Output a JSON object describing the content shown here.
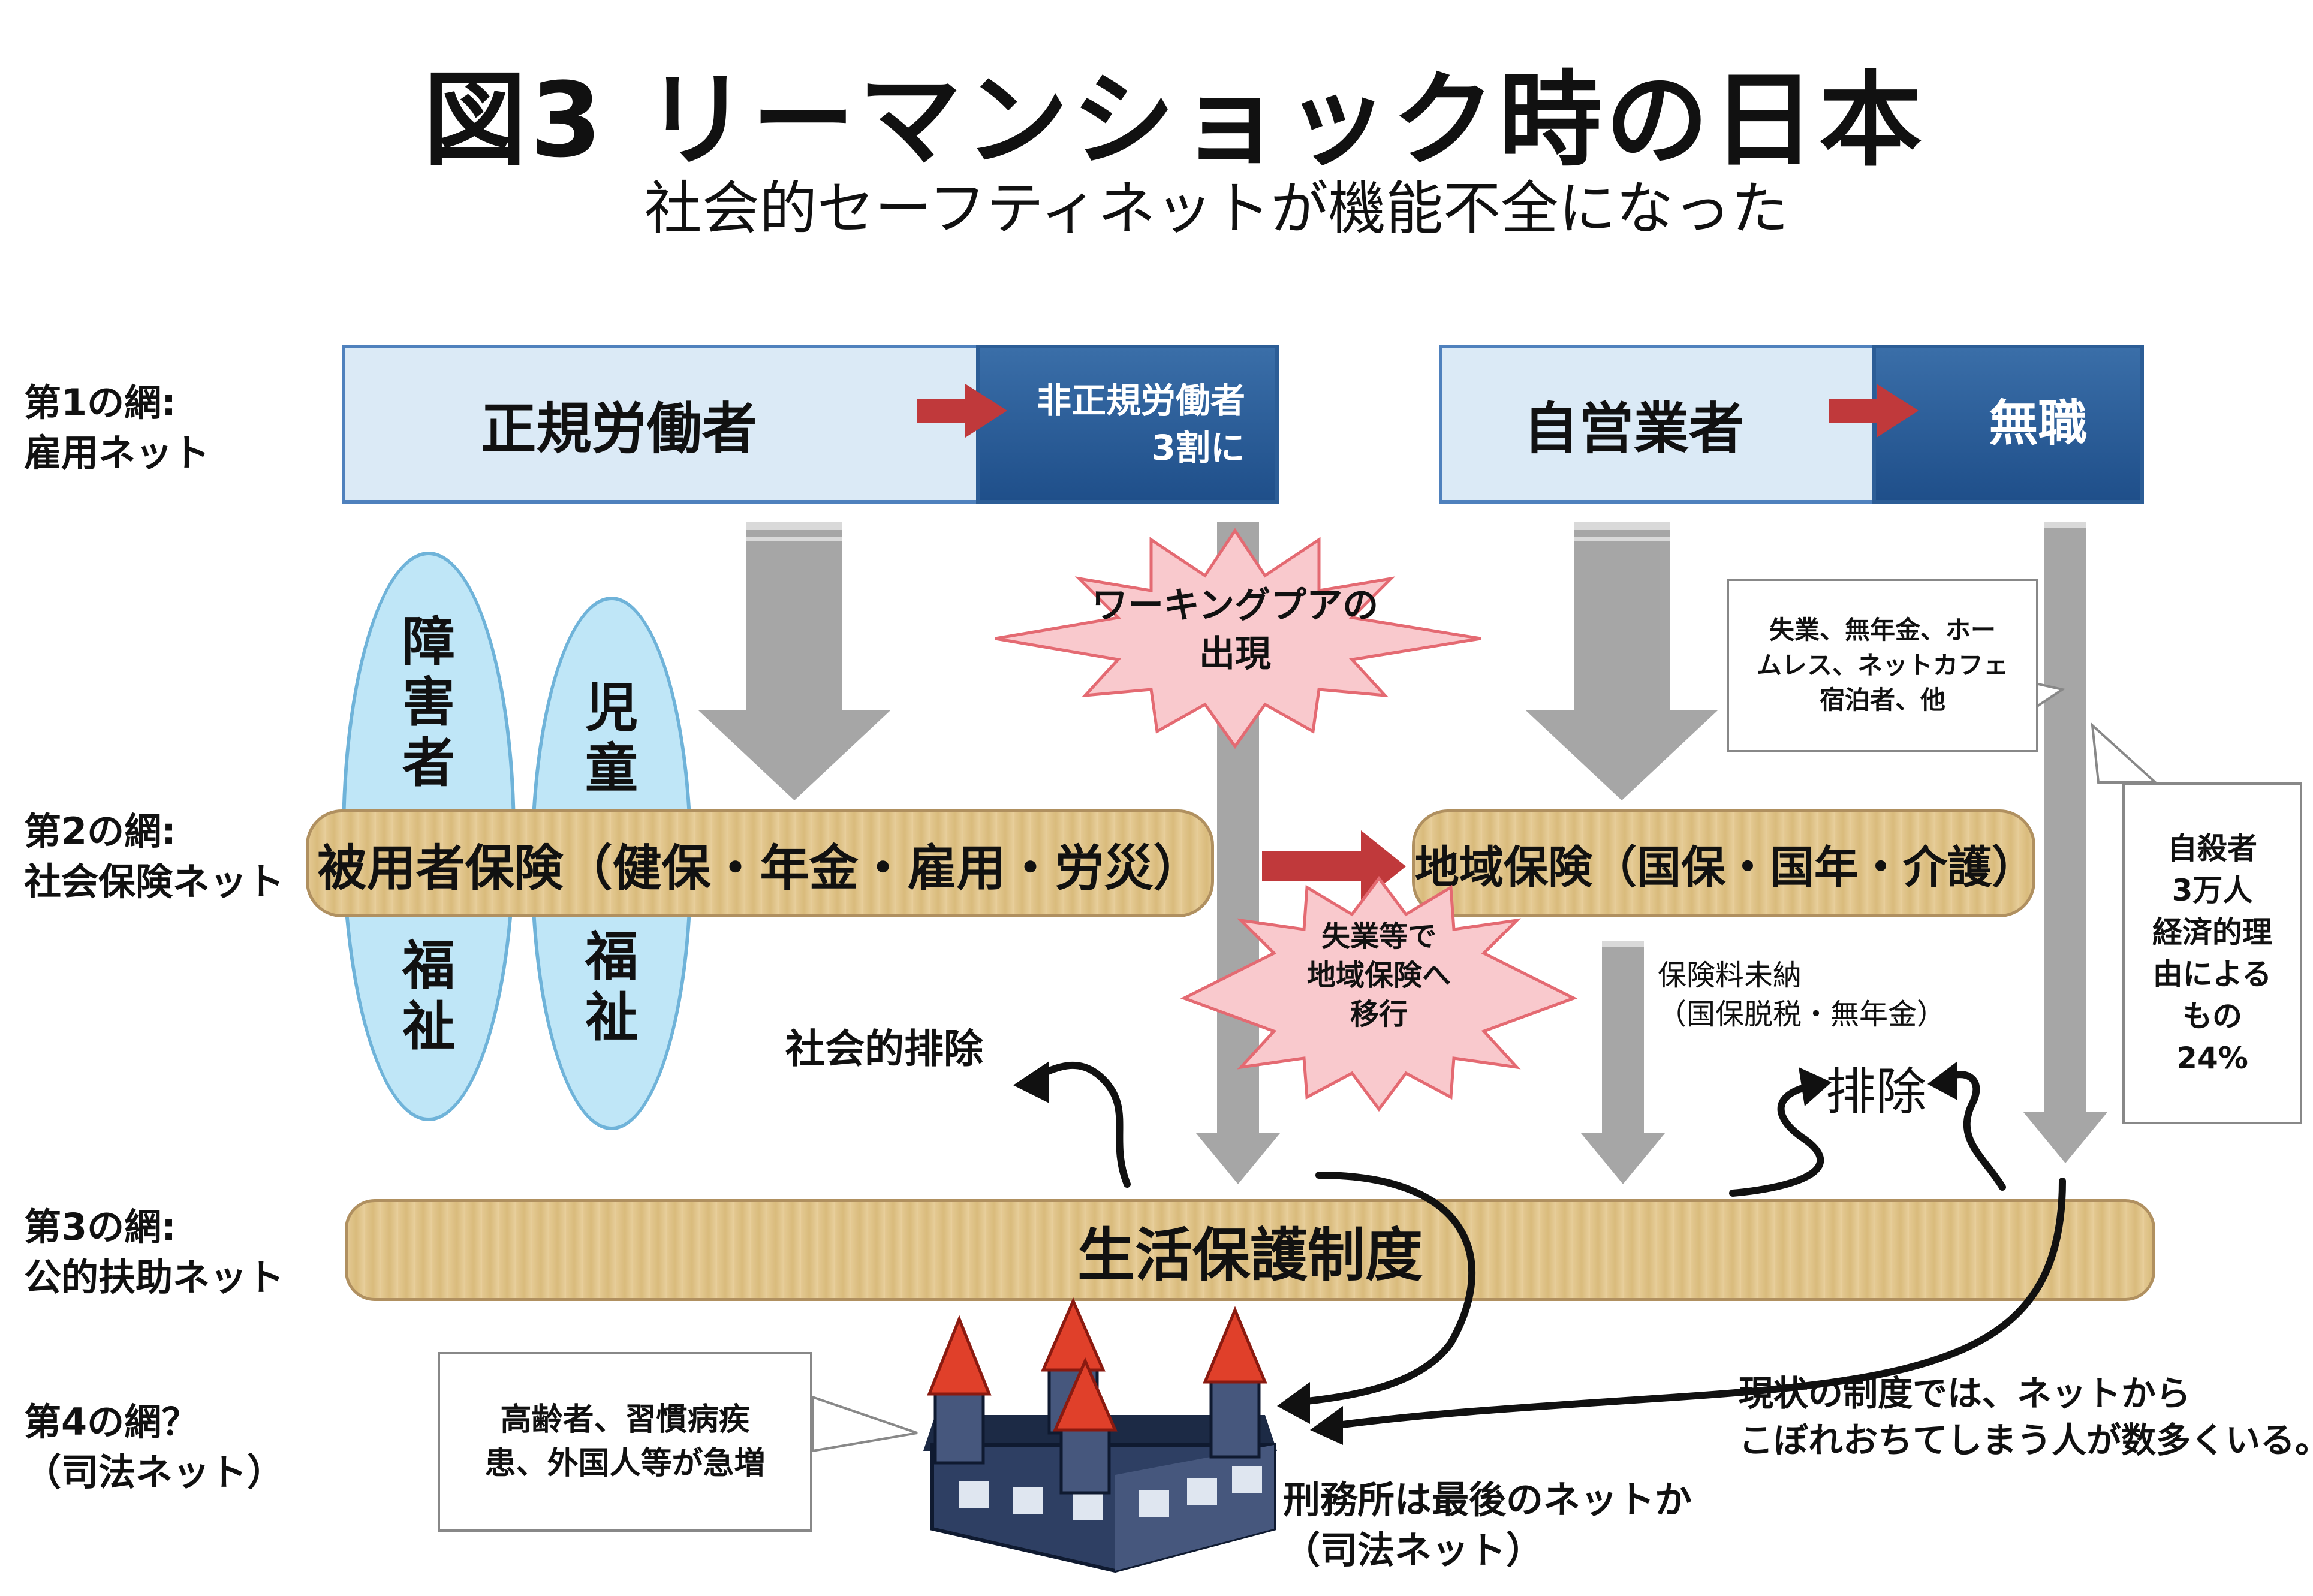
{
  "title": "図3 リーマンショック時の日本",
  "subtitle": "社会的セーフティネットが機能不全になった",
  "net_labels": {
    "net1": "第1の網:\n雇用ネット",
    "net2": "第2の網:\n社会保険ネット",
    "net3": "第3の網:\n公的扶助ネット",
    "net4": "第4の網？\n（司法ネット）"
  },
  "net1": {
    "regular_workers": "正規労働者",
    "nonregular_line1": "非正規労働者",
    "nonregular_line2": "3割に",
    "self_employed": "自営業者",
    "unemployed": "無職"
  },
  "ovals": {
    "disability_top": "障\n害\n者",
    "disability_bottom": "福\n祉",
    "child_top": "児\n童",
    "child_bottom": "福\n祉"
  },
  "net2": {
    "employee_insurance": "被用者保険（健保・年金・雇用・労災）",
    "regional_insurance": "地域保険（国保・国年・介護）"
  },
  "bursts": {
    "working_poor": "ワーキングプアの\n出現",
    "shift": "失業等で\n地域保険へ\n移行"
  },
  "callouts": {
    "homeless": "失業、無年金、ホー\nムレス、ネットカフェ\n宿泊者、他",
    "suicide": "自殺者\n3万人\n経済的理\n由による\nもの\n24%",
    "elderly": "高齢者、習慣病疾\n患、外国人等が急増"
  },
  "annotations": {
    "social_exclusion": "社会的排除",
    "unpaid_premiums": "保険料未納\n（国保脱税・無年金）",
    "exclusion": "排除",
    "prison_question": "刑務所は最後のネットか\n（司法ネット）",
    "current_system": "現状の制度では、ネットから\nこぼれおちてしまう人が数多くいる。"
  },
  "net3": {
    "livelihood_protection": "生活保護制度"
  },
  "colors": {
    "light_blue": "#dbeaf6",
    "dark_blue": "#1f4f8a",
    "tan": "#e4c992",
    "red_arrow": "#c0393b",
    "gray_arrow": "#a6a6a6",
    "burst_pink": "#f9c9cd",
    "oval_blue": "#bfe6f7",
    "prison_roof": "#e0402a",
    "prison_wall": "#2e3f63"
  }
}
